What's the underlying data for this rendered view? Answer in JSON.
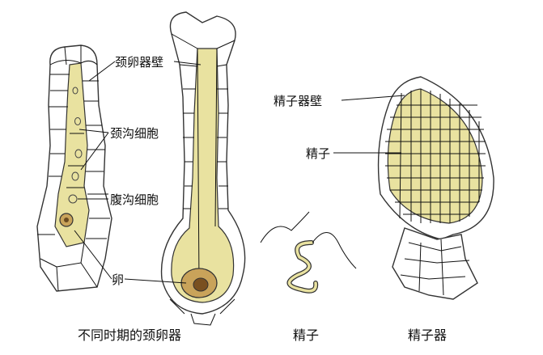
{
  "labels": {
    "neck_wall": "颈卵器壁",
    "neck_canal_cells": "颈沟细胞",
    "ventral_canal_cell": "腹沟细胞",
    "egg": "卵",
    "antheridium_wall": "精子器壁",
    "sperm_inner": "精子"
  },
  "captions": {
    "archegonium": "不同时期的颈卵器",
    "sperm": "精子",
    "antheridium": "精子器"
  },
  "colors": {
    "yellow_fill": "#e9e2a0",
    "egg_fill": "#c9a35a",
    "outline": "#333333"
  }
}
